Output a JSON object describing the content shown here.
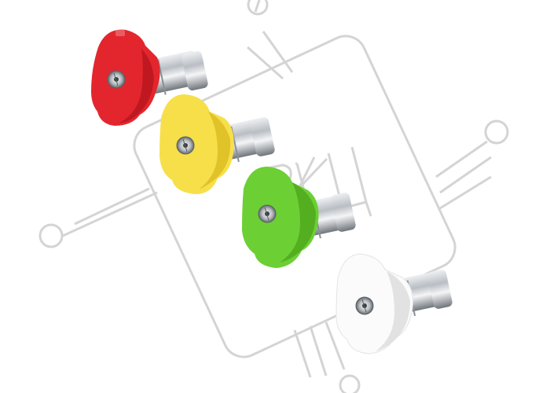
{
  "image": {
    "background": "#ffffff",
    "watermark": {
      "text": "ВКЦ",
      "color": "#d4d4d4"
    },
    "nozzles": [
      {
        "color_name": "red",
        "color": "#e3262d",
        "shadow": "#b5151d"
      },
      {
        "color_name": "yellow",
        "color": "#f7df4a",
        "shadow": "#d8bb1f"
      },
      {
        "color_name": "green",
        "color": "#6ccf34",
        "shadow": "#4ea51c"
      },
      {
        "color_name": "white",
        "color": "#fbfbfb",
        "shadow": "#dcdcdc"
      }
    ],
    "metal": {
      "light": "#eef0f2",
      "mid": "#b9bec4",
      "dark": "#6f757c"
    }
  }
}
